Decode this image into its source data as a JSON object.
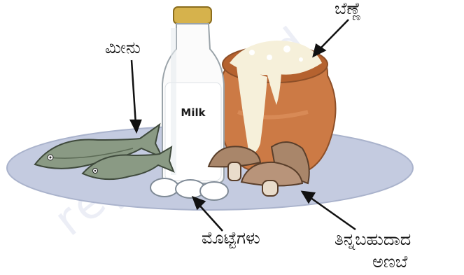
{
  "labels": {
    "butter": "ಬೆಣ್ಣೆ",
    "fish": "ಮೀನು",
    "eggs": "ಮೊಟ್ಟೆಗಳು",
    "mushroom_line1": "ತಿನ್ನಬಹುದಾದ",
    "mushroom_line2": "ಅಣಬೆ"
  },
  "bottle_label": "Milk",
  "watermark": "republished",
  "colors": {
    "plate": "#c4cbe0",
    "pot": "#cc7a45",
    "butter": "#f6f0da",
    "fish": "#8a9a84",
    "mushroom": "#a9866a",
    "egg": "#ffffff",
    "bottle_cap": "#d6b24c"
  }
}
